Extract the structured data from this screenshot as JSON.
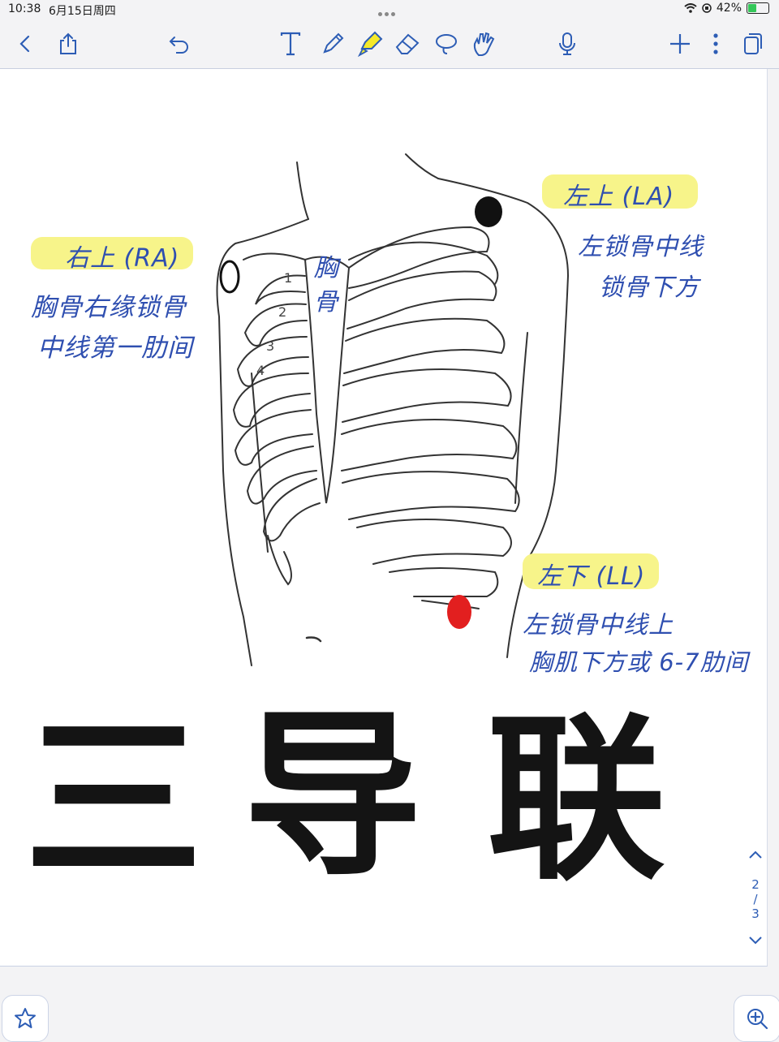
{
  "status": {
    "time": "10:38",
    "date": "6月15日周四",
    "battery": "42%",
    "battery_level": 0.42
  },
  "toolbar": {
    "icons": [
      "back-icon",
      "share-icon",
      "undo-icon",
      "text-tool-icon",
      "pen-icon",
      "highlighter-icon",
      "eraser-icon",
      "lasso-icon",
      "gesture-icon",
      "microphone-icon",
      "add-icon",
      "more-icon",
      "pages-icon"
    ]
  },
  "diagram": {
    "ribs": [
      "1",
      "2",
      "3",
      "4"
    ],
    "sternum": "胸 骨",
    "ra": {
      "label": "右上 (RA)",
      "desc1": "胸骨右缘锁骨",
      "desc2": "中线第一肋间"
    },
    "la": {
      "label": "左上 (LA)",
      "desc1": "左锁骨中线",
      "desc2": "锁骨下方"
    },
    "ll": {
      "label": "左下 (LL)",
      "desc1": "左锁骨中线上",
      "desc2": "胸肌下方或 6-7肋间"
    }
  },
  "title": {
    "c1": "三",
    "c2": "导",
    "c3": "联"
  },
  "pager": {
    "current": "2",
    "sep": "/",
    "total": "3"
  },
  "colors": {
    "accent": "#2d5db5",
    "highlight": "#f7f48a",
    "ll_marker": "#e21f1f",
    "la_marker": "#111111"
  }
}
